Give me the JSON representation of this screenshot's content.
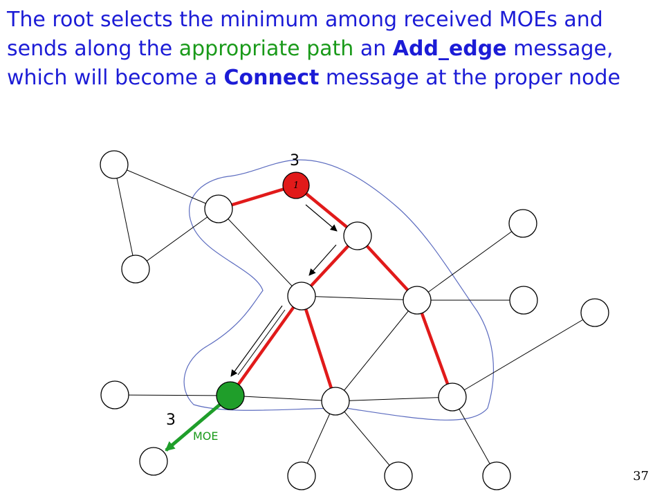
{
  "slide": {
    "text": {
      "part1": "The root selects the minimum among received MOEs and sends along the ",
      "part2_green": "appropriate path",
      "part3": " an ",
      "part4_bold": "Add_edge",
      "part5": " message, which will become a ",
      "part6_bold": "Connect",
      "part7": " message at the proper node"
    },
    "page_number": "37"
  },
  "diagram": {
    "root_label": "3",
    "root_id": "1",
    "moe_node_label": "3",
    "moe_label": "MOE",
    "colors": {
      "text": "#1c1cd6",
      "highlight": "#1a9a1a",
      "tree_edge": "#e11a1a",
      "root_node": "#e11a1a",
      "moe_node": "#1f9e2a",
      "moe_arrow": "#1f9e2a",
      "fragment_outline": "#5b6bbf"
    }
  }
}
